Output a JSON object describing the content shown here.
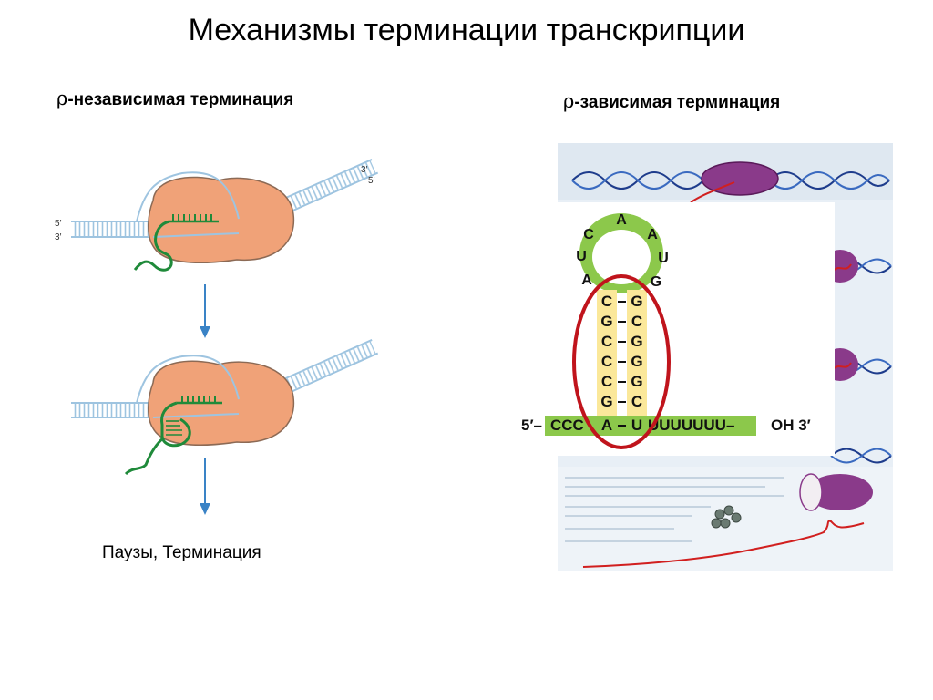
{
  "title": "Механизмы терминации транскрипции",
  "left_panel": {
    "rho_symbol": "ρ",
    "heading": "-независимая терминация",
    "caption": "Паузы, Терминация",
    "end_labels": {
      "dna_top_right_3": "3′",
      "dna_top_right_5": "5′",
      "dna_left_5": "5′",
      "dna_left_3": "3′"
    }
  },
  "right_panel": {
    "rho_symbol": "ρ",
    "heading": "-зависимая терминация",
    "hairpin": {
      "loop_bases": [
        "A",
        "A",
        "U",
        "G",
        "A",
        "U",
        "C"
      ],
      "stem_left": [
        "C",
        "G",
        "C",
        "C",
        "C",
        "G",
        "A"
      ],
      "stem_right": [
        "G",
        "C",
        "G",
        "G",
        "G",
        "C",
        "U"
      ],
      "tail_5": "5′–",
      "tail_left": "CCC",
      "tail_right": "UUUUUUU–",
      "tail_3": "OH 3′"
    }
  },
  "colors": {
    "rnap": "#f0a278",
    "dna": "#9ec4e0",
    "rna": "#1f8a3a",
    "loop_green": "#8cc84b",
    "stem_yellow": "#fbe89a",
    "oval_red": "#c0141c",
    "arrow": "#3a83c6",
    "rho_purple": "#7a2a7a",
    "rna_red": "#d11f1f"
  }
}
